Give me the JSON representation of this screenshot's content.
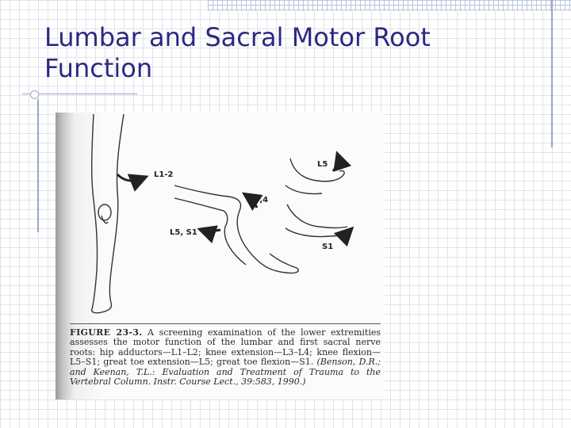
{
  "slide": {
    "title_line1": "Lumbar and Sacral Motor Root",
    "title_line2": "Function"
  },
  "figure": {
    "labels": {
      "hip": "L1-2",
      "knee_ext": "L3,4",
      "knee_flex": "L5, S1",
      "toe_ext": "L5",
      "toe_flex": "S1"
    },
    "caption": {
      "figure_number": "FIGURE 23-3.",
      "text": "A screening examination of the lower extremities assesses the motor function of the lumbar and first sacral nerve roots: hip adductors—L1–L2; knee extension—L3–L4; knee flexion—L5–S1; great toe extension—L5; great toe flexion—S1.",
      "citation": "(Benson, D.R.; and Keenan, T.L.: Evaluation and Treatment of Trauma to the Vertebral Column. Instr. Course Lect., 39:583, 1990.)"
    }
  },
  "colors": {
    "title": "#2c2882",
    "grid": "#dfe3ea",
    "accent_line": "#9aa7c4"
  }
}
